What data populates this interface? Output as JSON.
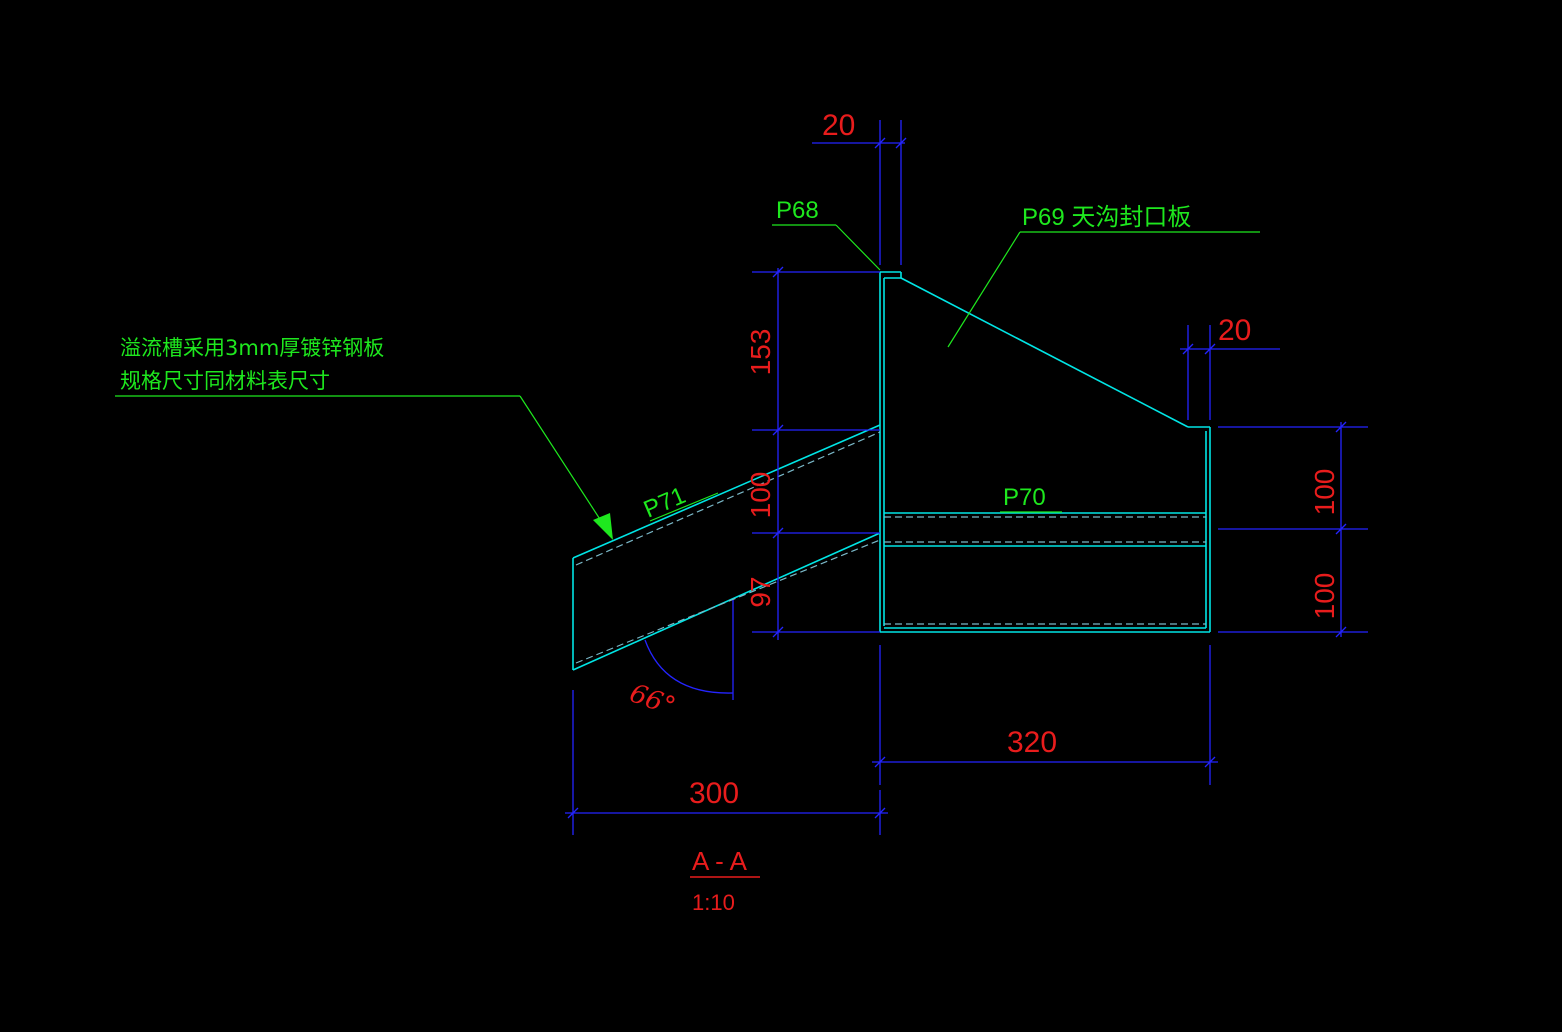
{
  "section": {
    "title": "A - A",
    "scale": "1:10"
  },
  "labels": {
    "p68": "P68",
    "p69": "P69  天沟封口板",
    "p70": "P70",
    "p71": "P71"
  },
  "note": {
    "line1": "溢流槽采用3mm厚镀锌钢板",
    "line2": "规格尺寸同材料表尺寸"
  },
  "dimensions": {
    "top_thickness": "20",
    "right_thickness": "20",
    "left_upper": "153",
    "left_middle": "100",
    "left_lower": "97",
    "right_upper": "100",
    "right_lower": "100",
    "bottom_right_width": "320",
    "bottom_left_width": "300",
    "angle": "66°"
  },
  "colors": {
    "background": "#000000",
    "outline": "#00e5e5",
    "dimension_line": "#2424ff",
    "dimension_text": "#e81c1c",
    "label_text": "#1ee81e"
  }
}
